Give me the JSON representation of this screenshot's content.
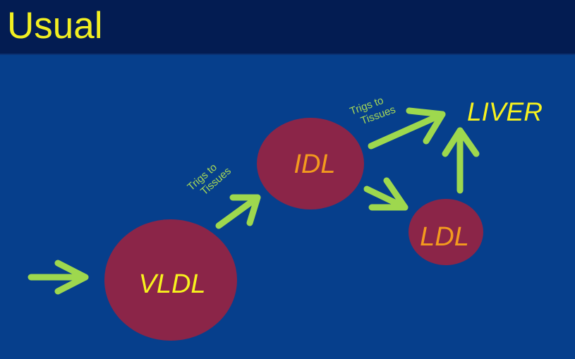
{
  "title": "Usual",
  "colors": {
    "background": "#063f8c",
    "title_bar": "#031c52",
    "title_text": "#f2ef21",
    "node_fill": "#8b2548",
    "arrow": "#9ed84e",
    "yellow_text": "#f7f21e",
    "orange_text": "#f39a1e",
    "note_text": "#a6d857"
  },
  "nodes": {
    "vldl": "VLDL",
    "idl": "IDL",
    "ldl": "LDL"
  },
  "destination": "LIVER",
  "notes": {
    "vldl_to_idl": [
      "Trigs to",
      "Tissues"
    ],
    "idl_to_liver": [
      "Trigs to",
      "Tissues"
    ]
  }
}
